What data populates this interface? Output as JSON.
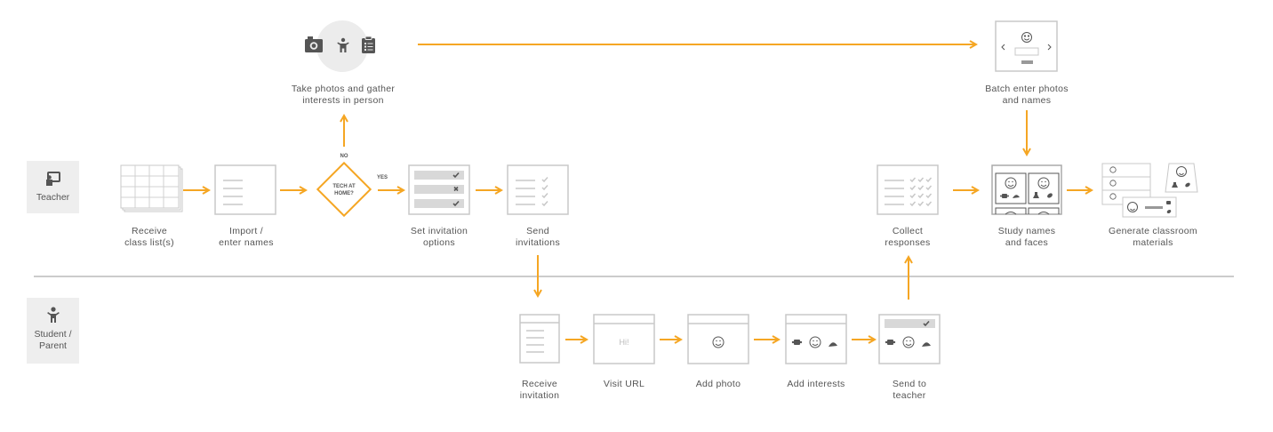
{
  "roles": {
    "teacher": "Teacher",
    "student_line1": "Student /",
    "student_line2": "Parent"
  },
  "steps": {
    "take_photos": [
      "Take photos and gather",
      "interests in person"
    ],
    "batch_enter": [
      "Batch enter photos",
      "and names"
    ],
    "receive_class": [
      "Receive",
      "class list(s)"
    ],
    "import_names": [
      "Import /",
      "enter names"
    ],
    "set_options": [
      "Set invitation",
      "options"
    ],
    "send_invites": [
      "Send",
      "invitations"
    ],
    "collect": [
      "Collect",
      "responses"
    ],
    "study": [
      "Study names",
      "and faces"
    ],
    "generate": [
      "Generate classroom",
      "materials"
    ],
    "receive_invite": [
      "Receive",
      "invitation"
    ],
    "visit_url": [
      "Visit URL"
    ],
    "add_photo": [
      "Add photo"
    ],
    "add_interests": [
      "Add interests"
    ],
    "send_teacher": [
      "Send to",
      "teacher"
    ]
  },
  "decision": {
    "line1": "TECH AT",
    "line2": "HOME?",
    "no": "NO",
    "yes": "YES"
  },
  "screen_text": {
    "hi": "Hi!"
  },
  "colors": {
    "arrow": "#f5a623",
    "box": "#c8c8c8",
    "icon": "#555555",
    "divider": "#999999"
  }
}
